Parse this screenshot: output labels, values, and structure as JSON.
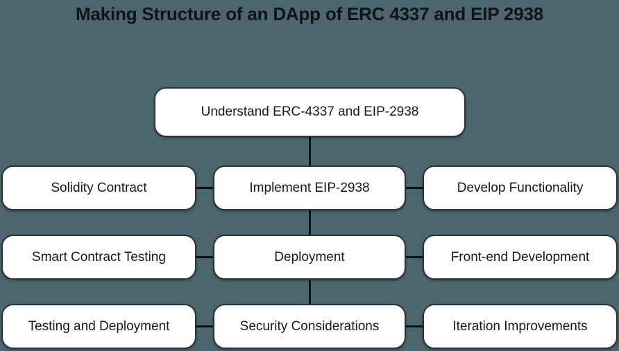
{
  "page": {
    "title": "Making Structure of an DApp of ERC 4337 and EIP 2938",
    "background_color": "#4c666f",
    "node_fill_color": "#ffffff",
    "node_border_color": "#2e3133",
    "connector_color": "#0d0f10",
    "text_color": "#16181a"
  },
  "chart_data": {
    "type": "diagram",
    "title": "Making Structure of an DApp of ERC 4337 and EIP 2938",
    "layout": "flowchart-grid",
    "rows": 4,
    "columns": 3,
    "nodes": [
      {
        "id": "n0",
        "label": "Understand ERC-4337 and EIP-2938",
        "row": 1,
        "column": "center"
      },
      {
        "id": "n1",
        "label": "Solidity Contract",
        "row": 2,
        "column": "left"
      },
      {
        "id": "n2",
        "label": "Implement EIP-2938",
        "row": 2,
        "column": "center"
      },
      {
        "id": "n3",
        "label": "Develop Functionality",
        "row": 2,
        "column": "right"
      },
      {
        "id": "n4",
        "label": "Smart Contract Testing",
        "row": 3,
        "column": "left"
      },
      {
        "id": "n5",
        "label": "Deployment",
        "row": 3,
        "column": "center"
      },
      {
        "id": "n6",
        "label": "Front-end Development",
        "row": 3,
        "column": "right"
      },
      {
        "id": "n7",
        "label": "Testing and Deployment",
        "row": 4,
        "column": "left"
      },
      {
        "id": "n8",
        "label": "Security Considerations",
        "row": 4,
        "column": "center"
      },
      {
        "id": "n9",
        "label": "Iteration Improvements",
        "row": 4,
        "column": "right"
      }
    ],
    "edges": [
      {
        "from": "n0",
        "to": "n2",
        "orientation": "vertical"
      },
      {
        "from": "n1",
        "to": "n2",
        "orientation": "horizontal"
      },
      {
        "from": "n2",
        "to": "n3",
        "orientation": "horizontal"
      },
      {
        "from": "n2",
        "to": "n5",
        "orientation": "vertical"
      },
      {
        "from": "n4",
        "to": "n5",
        "orientation": "horizontal"
      },
      {
        "from": "n5",
        "to": "n6",
        "orientation": "horizontal"
      },
      {
        "from": "n5",
        "to": "n8",
        "orientation": "vertical"
      },
      {
        "from": "n7",
        "to": "n8",
        "orientation": "horizontal"
      },
      {
        "from": "n8",
        "to": "n9",
        "orientation": "horizontal"
      }
    ]
  }
}
